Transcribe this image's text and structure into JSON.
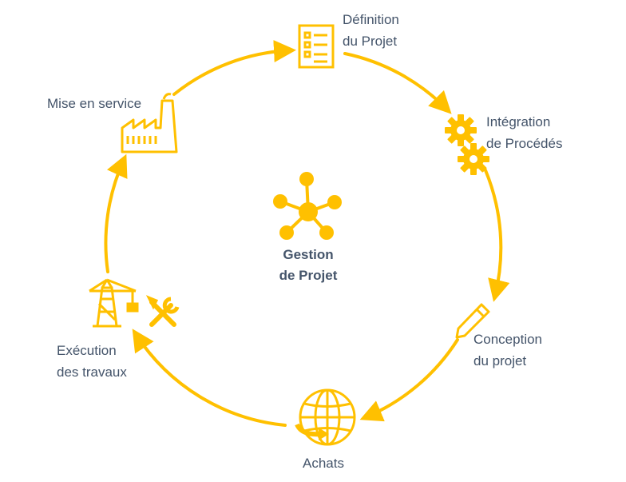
{
  "accent_color": "#ffc000",
  "text_color": "#44546a",
  "center": {
    "icon": "network-hub-icon",
    "line1": "Gestion",
    "line2": "de Projet"
  },
  "stages": [
    {
      "icon": "checklist-icon",
      "line1": "Définition",
      "line2": "du Projet"
    },
    {
      "icon": "gears-icon",
      "line1": "Intégration",
      "line2": "de Procédés"
    },
    {
      "icon": "pencil-icon",
      "line1": "Conception",
      "line2": "du projet"
    },
    {
      "icon": "globe-arrow-icon",
      "line1": "Achats"
    },
    {
      "icon": "crane-tools-icon",
      "line1": "Exécution",
      "line2": "des travaux"
    },
    {
      "icon": "factory-icon",
      "line1": "Mise en service"
    }
  ]
}
